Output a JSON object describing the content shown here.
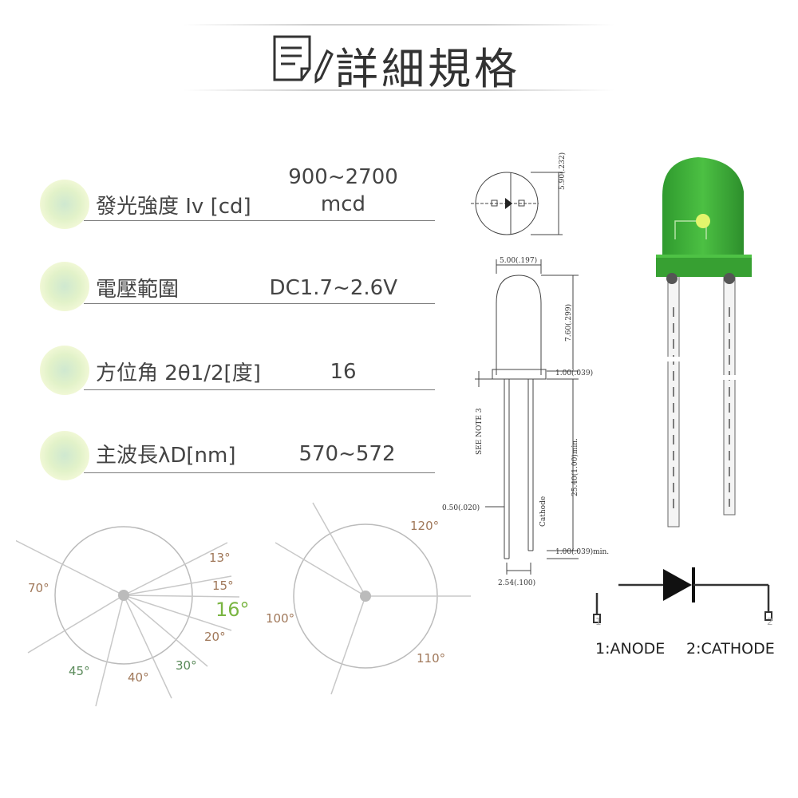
{
  "header": {
    "title": "詳細規格",
    "icon": "document-pen-icon"
  },
  "specs": [
    {
      "label": "發光強度 Iv [cd]",
      "value_line1": "900~2700",
      "value_line2": "mcd"
    },
    {
      "label": "電壓範圍",
      "value_line1": "DC1.7~2.6V",
      "value_line2": ""
    },
    {
      "label": "方位角 2θ1/2[度]",
      "value_line1": "16",
      "value_line2": ""
    },
    {
      "label": "主波長λD[nm]",
      "value_line1": "570~572",
      "value_line2": ""
    }
  ],
  "angles_left": [
    "70°",
    "13°",
    "15°",
    "16°",
    "20°",
    "30°",
    "40°",
    "45°"
  ],
  "angles_right": [
    "120°",
    "100°",
    "110°"
  ],
  "colors": {
    "accent_green": "#7ab542",
    "angle_brown": "#a0785a",
    "angle_green": "#5a8a5a",
    "led_green": "#3fae3a"
  },
  "drawing": {
    "top_dim": "5.90(.232)",
    "width_dim": "5.00(.197)",
    "height_dim": "7.60(.299)",
    "flange_dim": "1.00(.039)",
    "note": "SEE NOTE 3",
    "lead_len": "25.40(1.00)min.",
    "lead_w": "0.50(.020)",
    "cathode": "Cathode",
    "lead_end": "1.00(.039)min.",
    "pitch": "2.54(.100)"
  },
  "pins": {
    "pin1": "1",
    "pin2": "2",
    "anode": "1:ANODE",
    "cathode": "2:CATHODE"
  }
}
